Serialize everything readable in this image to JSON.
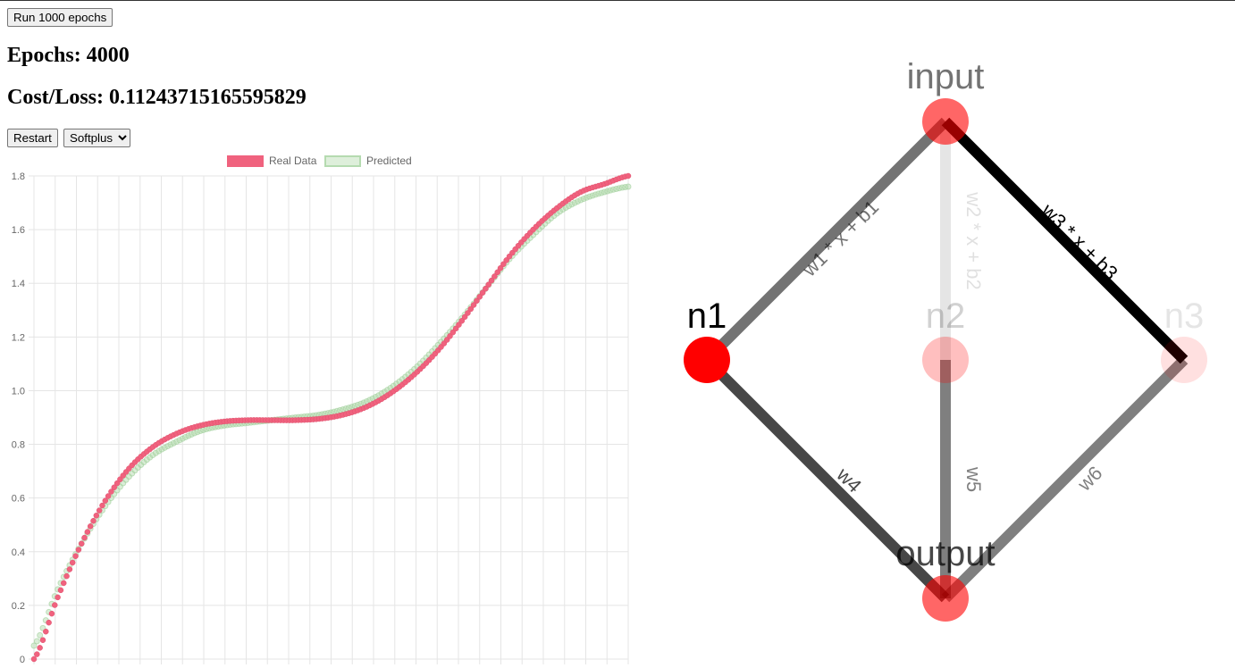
{
  "controls": {
    "run_label": "Run 1000 epochs",
    "restart_label": "Restart",
    "activation_options": [
      "Softplus"
    ],
    "activation_selected": "Softplus"
  },
  "stats": {
    "epochs_text": "Epochs: 4000",
    "loss_text": "Cost/Loss: 0.11243715165595829"
  },
  "chart_data": {
    "type": "scatter",
    "title": "",
    "xlabel": "",
    "ylabel": "",
    "ylim": [
      0,
      1.8
    ],
    "y_ticks": [
      "0",
      "0.2",
      "0.4",
      "0.6",
      "0.8",
      "1.0",
      "1.2",
      "1.4",
      "1.6",
      "1.8"
    ],
    "grid": true,
    "legend": "top",
    "series": [
      {
        "name": "Real Data",
        "color": "#f0627e",
        "x": [
          0,
          0.04,
          0.08,
          0.12,
          0.16,
          0.2,
          0.24,
          0.28,
          0.32,
          0.36,
          0.4,
          0.44,
          0.48,
          0.52,
          0.56,
          0.6,
          0.64,
          0.68,
          0.72,
          0.76,
          0.8,
          0.84,
          0.88,
          0.92,
          0.96,
          1.0
        ],
        "y": [
          0.0,
          0.23,
          0.43,
          0.59,
          0.71,
          0.79,
          0.84,
          0.87,
          0.885,
          0.89,
          0.89,
          0.89,
          0.895,
          0.91,
          0.94,
          0.99,
          1.06,
          1.15,
          1.26,
          1.38,
          1.5,
          1.6,
          1.68,
          1.74,
          1.77,
          1.8
        ]
      },
      {
        "name": "Predicted",
        "color": "#b5dbb0",
        "x": [
          0,
          0.04,
          0.08,
          0.12,
          0.16,
          0.2,
          0.24,
          0.28,
          0.32,
          0.36,
          0.4,
          0.44,
          0.48,
          0.52,
          0.56,
          0.6,
          0.64,
          0.68,
          0.72,
          0.76,
          0.8,
          0.84,
          0.88,
          0.92,
          0.96,
          1.0
        ],
        "y": [
          0.05,
          0.26,
          0.43,
          0.57,
          0.68,
          0.76,
          0.81,
          0.85,
          0.87,
          0.88,
          0.89,
          0.9,
          0.91,
          0.93,
          0.96,
          1.01,
          1.08,
          1.17,
          1.27,
          1.38,
          1.49,
          1.58,
          1.66,
          1.71,
          1.74,
          1.76
        ]
      }
    ]
  },
  "network": {
    "nodes": {
      "input": "input",
      "n1": "n1",
      "n2": "n2",
      "n3": "n3",
      "output": "output"
    },
    "edges": {
      "e1": "w1 * x + b1",
      "e2": "w2 * x + b2",
      "e3": "w3 * x + b3",
      "e4": "w4",
      "e5": "w5",
      "e6": "w6"
    }
  }
}
